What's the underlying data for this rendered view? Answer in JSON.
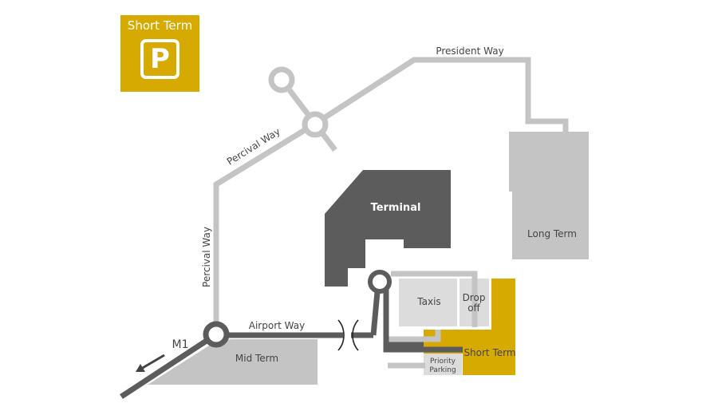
{
  "badge": {
    "title": "Short Term",
    "symbol": "P"
  },
  "roads": {
    "president_way": "President Way",
    "percival_way_upper": "Percival Way",
    "percival_way_lower": "Percival Way",
    "airport_way": "Airport Way",
    "m1": "M1"
  },
  "areas": {
    "terminal": "Terminal",
    "long_term": "Long Term",
    "mid_term": "Mid Term",
    "taxis": "Taxis",
    "drop_off_line1": "Drop",
    "drop_off_line2": "off",
    "short_term": "Short Term",
    "priority_line1": "Priority",
    "priority_line2": "Parking"
  },
  "colors": {
    "highlight": "#d6aa00",
    "light_grey": "#c4c4c4",
    "dark_grey": "#5c5c5c",
    "pale_grey": "#dcdcdc",
    "label": "#444444"
  }
}
